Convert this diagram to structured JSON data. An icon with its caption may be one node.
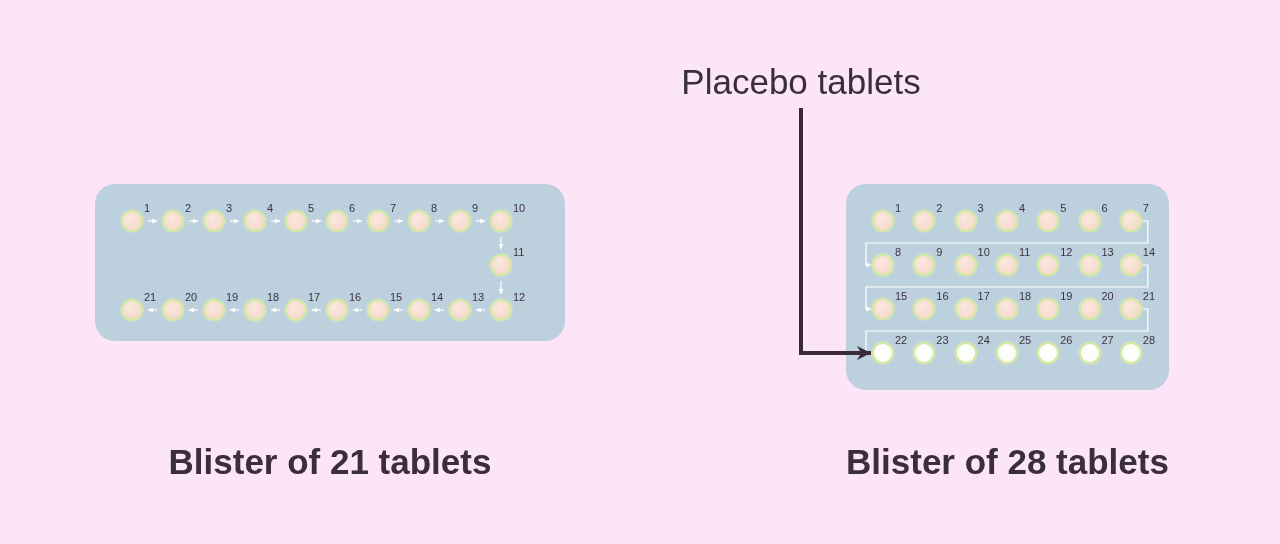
{
  "diagram": {
    "nodes": [
      {
        "text": [],
        "shape": "box",
        "beside": [
          "Blister of 21 tablets"
        ]
      },
      {
        "text": [],
        "shape": "circle",
        "beside": [
          "1"
        ],
        "in": 0
      },
      {
        "text": [],
        "shape": "circle",
        "beside": [
          "2"
        ],
        "in": 0
      },
      {
        "text": [],
        "shape": "circle",
        "beside": [
          "3"
        ],
        "in": 0
      },
      {
        "text": [],
        "shape": "circle",
        "beside": [
          "4"
        ],
        "in": 0
      },
      {
        "text": [],
        "shape": "circle",
        "beside": [
          "5"
        ],
        "in": 0
      },
      {
        "text": [],
        "shape": "circle",
        "beside": [
          "6"
        ],
        "in": 0
      },
      {
        "text": [],
        "shape": "circle",
        "beside": [
          "7"
        ],
        "in": 0
      },
      {
        "text": [],
        "shape": "circle",
        "beside": [
          "8"
        ],
        "in": 0
      },
      {
        "text": [],
        "shape": "circle",
        "beside": [
          "9"
        ],
        "in": 0
      },
      {
        "text": [],
        "shape": "circle",
        "beside": [
          "10"
        ],
        "in": 0
      },
      {
        "text": [],
        "shape": "circle",
        "beside": [
          "11"
        ],
        "in": 0
      },
      {
        "text": [],
        "shape": "circle",
        "beside": [
          "12"
        ],
        "in": 0
      },
      {
        "text": [],
        "shape": "circle",
        "beside": [
          "13"
        ],
        "in": 0
      },
      {
        "text": [],
        "shape": "circle",
        "beside": [
          "14"
        ],
        "in": 0
      },
      {
        "text": [],
        "shape": "circle",
        "beside": [
          "15"
        ],
        "in": 0
      },
      {
        "text": [],
        "shape": "circle",
        "beside": [
          "16"
        ],
        "in": 0
      },
      {
        "text": [],
        "shape": "circle",
        "beside": [
          "17"
        ],
        "in": 0
      },
      {
        "text": [],
        "shape": "circle",
        "beside": [
          "18"
        ],
        "in": 0
      },
      {
        "text": [],
        "shape": "circle",
        "beside": [
          "19"
        ],
        "in": 0
      },
      {
        "text": [],
        "shape": "circle",
        "beside": [
          "20"
        ],
        "in": 0
      },
      {
        "text": [],
        "shape": "circle",
        "beside": [
          "21"
        ],
        "in": 0
      },
      {
        "text": [
          "Placebo tablets"
        ]
      },
      {
        "text": [],
        "shape": "box",
        "beside": [
          "Blister of 28 tablets"
        ]
      },
      {
        "text": [],
        "shape": "circle",
        "beside": [
          "1"
        ],
        "in": 23
      },
      {
        "text": [],
        "shape": "circle",
        "beside": [
          "2"
        ],
        "in": 23
      },
      {
        "text": [],
        "shape": "circle",
        "beside": [
          "3"
        ],
        "in": 23
      },
      {
        "text": [],
        "shape": "circle",
        "beside": [
          "4"
        ],
        "in": 23
      },
      {
        "text": [],
        "shape": "circle",
        "beside": [
          "5"
        ],
        "in": 23
      },
      {
        "text": [],
        "shape": "circle",
        "beside": [
          "6"
        ],
        "in": 23
      },
      {
        "text": [],
        "shape": "circle",
        "beside": [
          "7"
        ],
        "in": 23
      },
      {
        "text": [],
        "shape": "circle",
        "beside": [
          "8"
        ],
        "in": 23
      },
      {
        "text": [],
        "shape": "circle",
        "beside": [
          "9"
        ],
        "in": 23
      },
      {
        "text": [],
        "shape": "circle",
        "beside": [
          "10"
        ],
        "in": 23
      },
      {
        "text": [],
        "shape": "circle",
        "beside": [
          "11"
        ],
        "in": 23
      },
      {
        "text": [],
        "shape": "circle",
        "beside": [
          "12"
        ],
        "in": 23
      },
      {
        "text": [],
        "shape": "circle",
        "beside": [
          "13"
        ],
        "in": 23
      },
      {
        "text": [],
        "shape": "circle",
        "beside": [
          "14"
        ],
        "in": 23
      },
      {
        "text": [],
        "shape": "circle",
        "beside": [
          "15"
        ],
        "in": 23
      },
      {
        "text": [],
        "shape": "circle",
        "beside": [
          "16"
        ],
        "in": 23
      },
      {
        "text": [],
        "shape": "circle",
        "beside": [
          "17"
        ],
        "in": 23
      },
      {
        "text": [],
        "shape": "circle",
        "beside": [
          "18"
        ],
        "in": 23
      },
      {
        "text": [],
        "shape": "circle",
        "beside": [
          "19"
        ],
        "in": 23
      },
      {
        "text": [],
        "shape": "circle",
        "beside": [
          "20"
        ],
        "in": 23
      },
      {
        "text": [],
        "shape": "circle",
        "beside": [
          "21"
        ],
        "in": 23
      },
      {
        "text": [],
        "shape": "circle",
        "beside": [
          "22"
        ],
        "in": 23
      },
      {
        "text": [],
        "shape": "circle",
        "beside": [
          "23"
        ],
        "in": 23
      },
      {
        "text": [],
        "shape": "circle",
        "beside": [
          "24"
        ],
        "in": 23
      },
      {
        "text": [],
        "shape": "circle",
        "beside": [
          "25"
        ],
        "in": 23
      },
      {
        "text": [],
        "shape": "circle",
        "beside": [
          "26"
        ],
        "in": 23
      },
      {
        "text": [],
        "shape": "circle",
        "beside": [
          "27"
        ],
        "in": 23
      },
      {
        "text": [],
        "shape": "circle",
        "beside": [
          "28"
        ],
        "in": 23
      }
    ],
    "edges": [
      {
        "from": 1,
        "to": 2,
        "arrow": "to"
      },
      {
        "from": 2,
        "to": 3,
        "arrow": "to"
      },
      {
        "from": 3,
        "to": 4,
        "arrow": "to"
      },
      {
        "from": 4,
        "to": 5,
        "arrow": "to"
      },
      {
        "from": 5,
        "to": 6,
        "arrow": "to"
      },
      {
        "from": 6,
        "to": 7,
        "arrow": "to"
      },
      {
        "from": 7,
        "to": 8,
        "arrow": "to"
      },
      {
        "from": 8,
        "to": 9,
        "arrow": "to"
      },
      {
        "from": 9,
        "to": 10,
        "arrow": "to"
      },
      {
        "from": 10,
        "to": 11,
        "arrow": "to"
      },
      {
        "from": 11,
        "to": 12,
        "arrow": "to"
      },
      {
        "from": 12,
        "to": 13,
        "arrow": "to"
      },
      {
        "from": 13,
        "to": 14,
        "arrow": "to"
      },
      {
        "from": 14,
        "to": 15,
        "arrow": "to"
      },
      {
        "from": 15,
        "to": 16,
        "arrow": "to"
      },
      {
        "from": 16,
        "to": 17,
        "arrow": "to"
      },
      {
        "from": 17,
        "to": 18,
        "arrow": "to"
      },
      {
        "from": 18,
        "to": 19,
        "arrow": "to"
      },
      {
        "from": 19,
        "to": 20,
        "arrow": "to"
      },
      {
        "from": 20,
        "to": 21,
        "arrow": "to"
      },
      {
        "from": 30,
        "to": 31,
        "arrow": "to"
      },
      {
        "from": 37,
        "to": 38,
        "arrow": "to"
      },
      {
        "from": 44,
        "to": 45,
        "arrow": "to"
      },
      {
        "from": 22,
        "to": 45,
        "arrow": "to",
        "style": "thick",
        "color": "#3b2b3a"
      }
    ]
  }
}
